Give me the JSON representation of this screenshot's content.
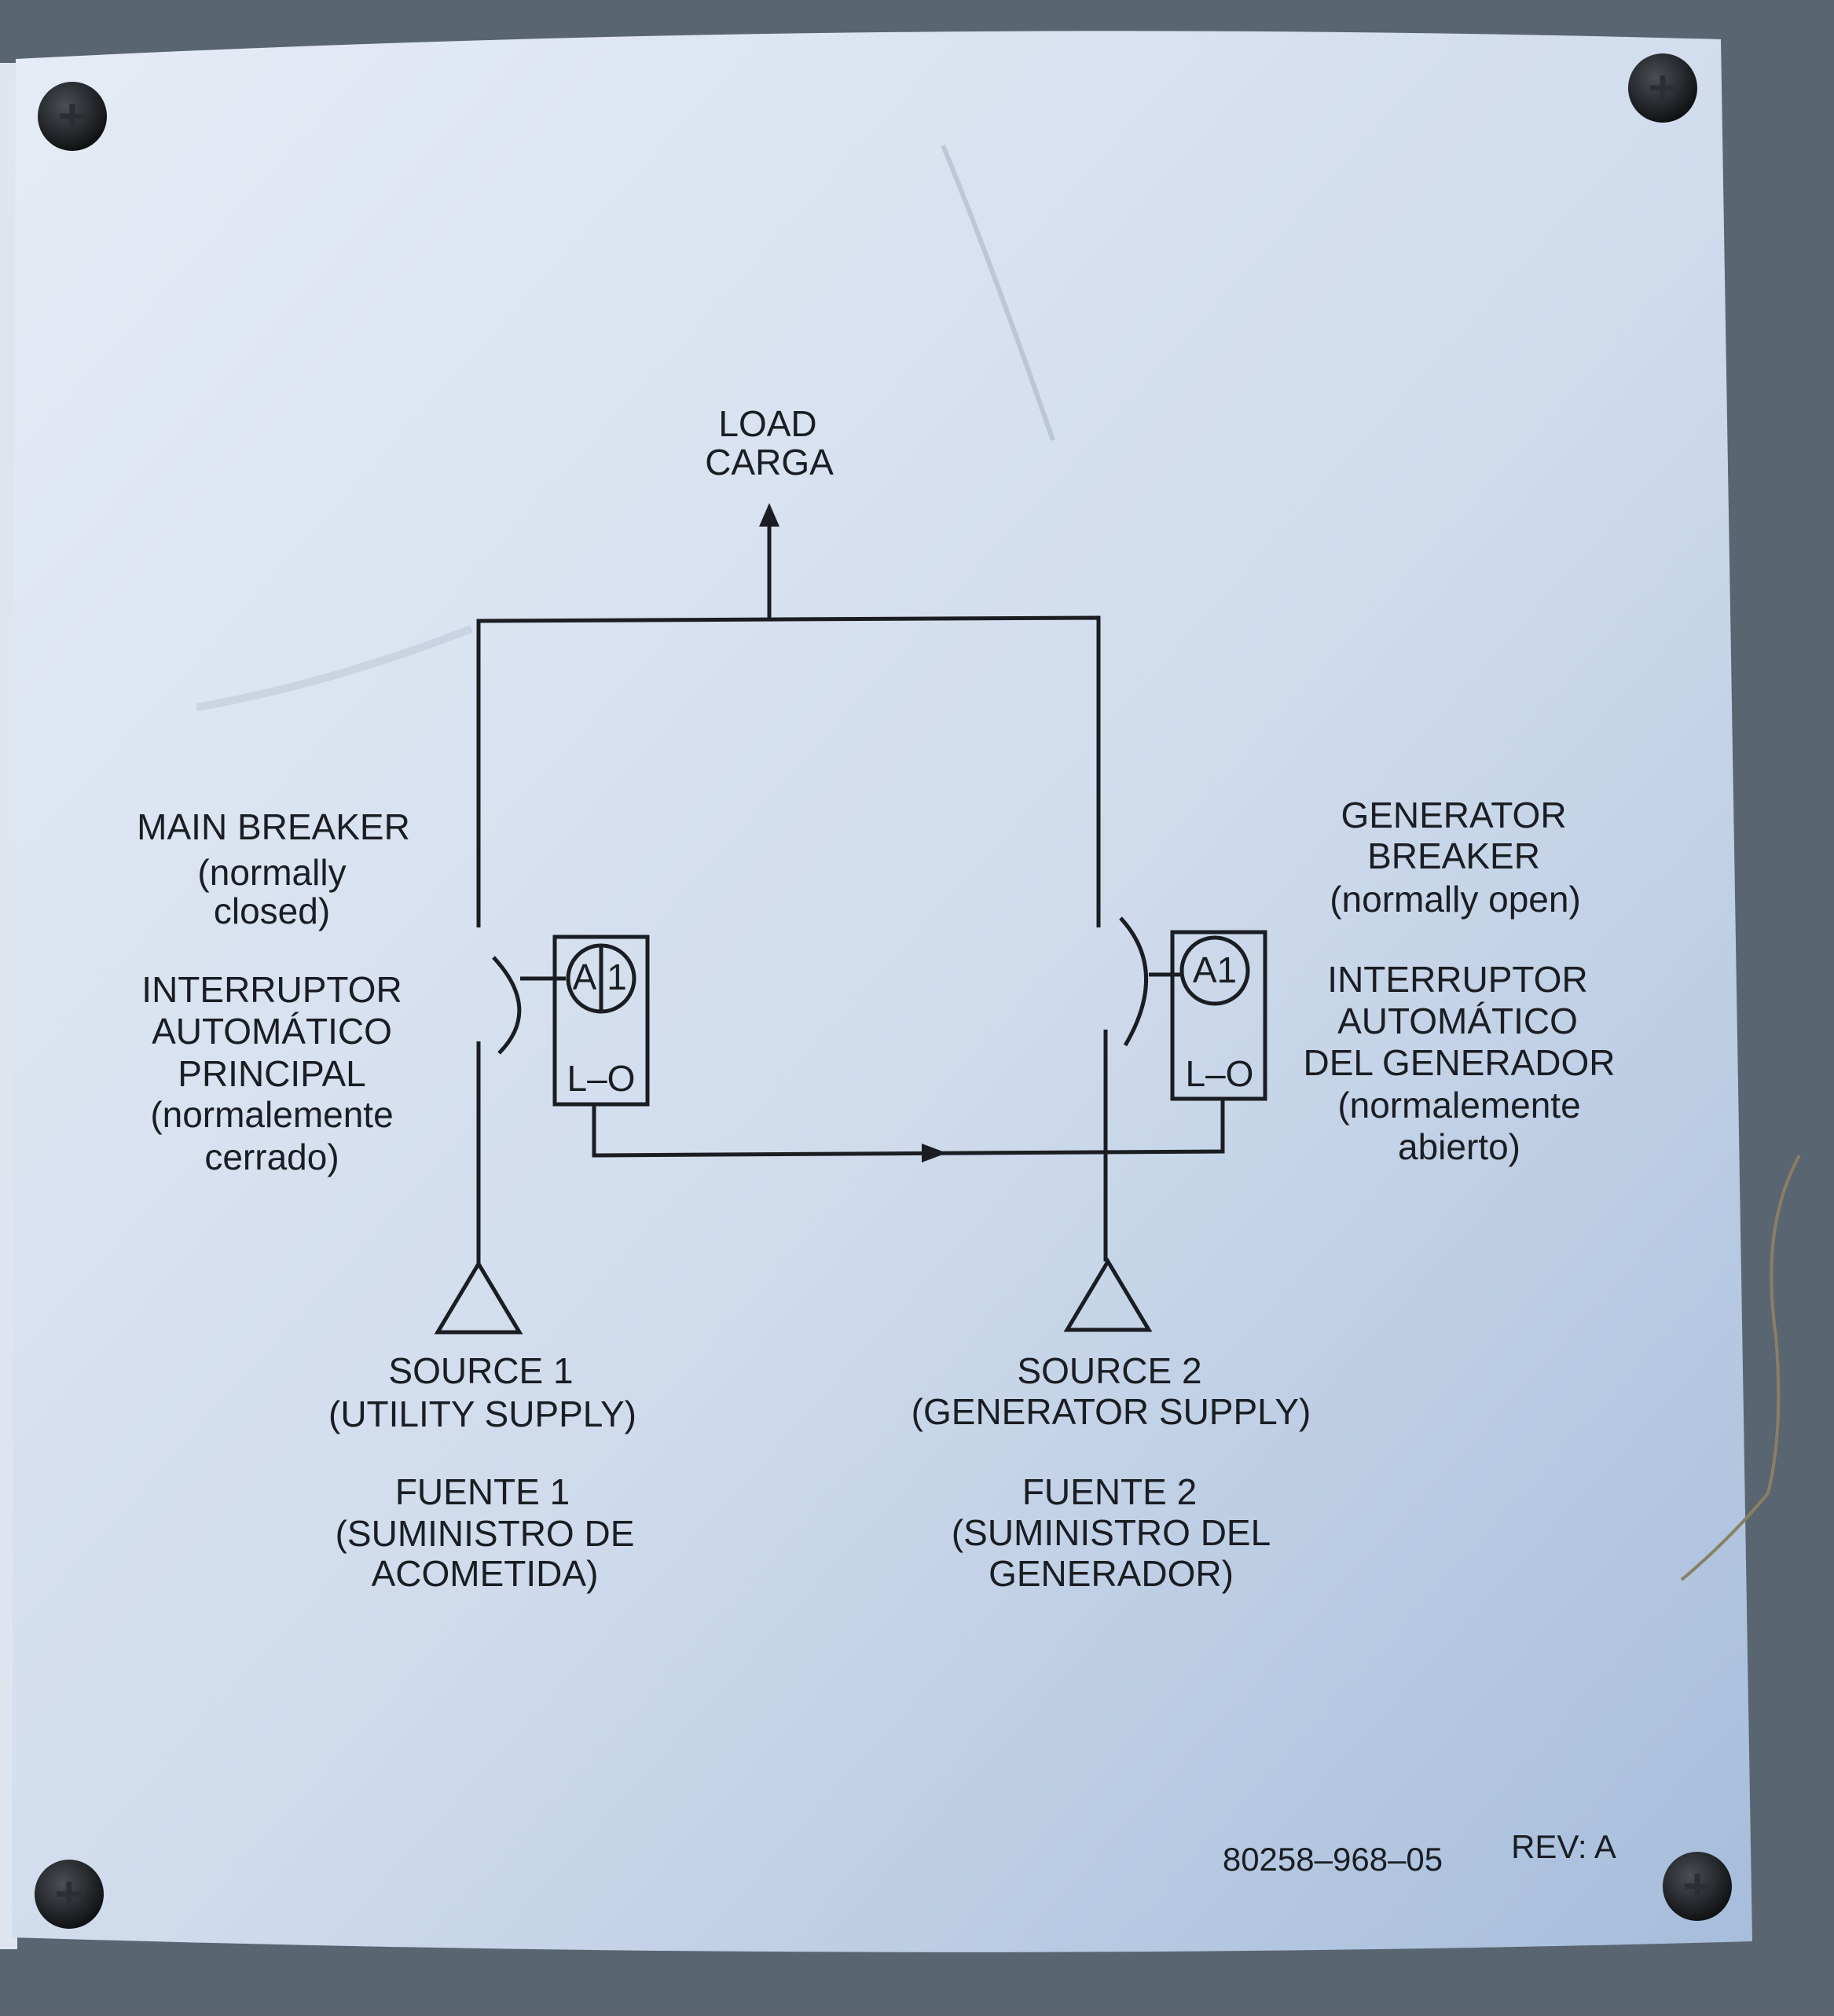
{
  "colors": {
    "enclosure": "#59636f",
    "plate_light": "#dfe7f3",
    "plate_dark": "#a9bfdc",
    "ink": "#1a1d22"
  },
  "load": {
    "line1": "LOAD",
    "line2": "CARGA"
  },
  "main_breaker": {
    "en_line1": "MAIN  BREAKER",
    "en_line2": "(normally",
    "en_line3": "closed)",
    "es_line1": "INTERRUPTOR",
    "es_line2": "AUTOMÁTICO",
    "es_line3": "PRINCIPAL",
    "es_line4": "(normalemente",
    "es_line5": "cerrado)",
    "relay_label": "A1",
    "relay_letter_a": "A",
    "relay_digit": "1",
    "lockout_label": "L–O"
  },
  "generator_breaker": {
    "en_line1": "GENERATOR",
    "en_line2": "BREAKER",
    "en_line3": "(normally  open)",
    "es_line1": "INTERRUPTOR",
    "es_line2": "AUTOMÁTICO",
    "es_line3": "DEL  GENERADOR",
    "es_line4": "(normalemente",
    "es_line5": "abierto)",
    "relay_label": "A1",
    "lockout_label": "L–O"
  },
  "source1": {
    "en_line1": "SOURCE   1",
    "en_line2": "(UTILITY  SUPPLY)",
    "es_line1": "FUENTE  1",
    "es_line2": "(SUMINISTRO  DE",
    "es_line3": "ACOMETIDA)"
  },
  "source2": {
    "en_line1": "SOURCE   2",
    "en_line2": "(GENERATOR  SUPPLY)",
    "es_line1": "FUENTE  2",
    "es_line2": "(SUMINISTRO  DEL",
    "es_line3": "GENERADOR)"
  },
  "footer": {
    "part_number": "80258–968–05",
    "revision": "REV: A"
  }
}
